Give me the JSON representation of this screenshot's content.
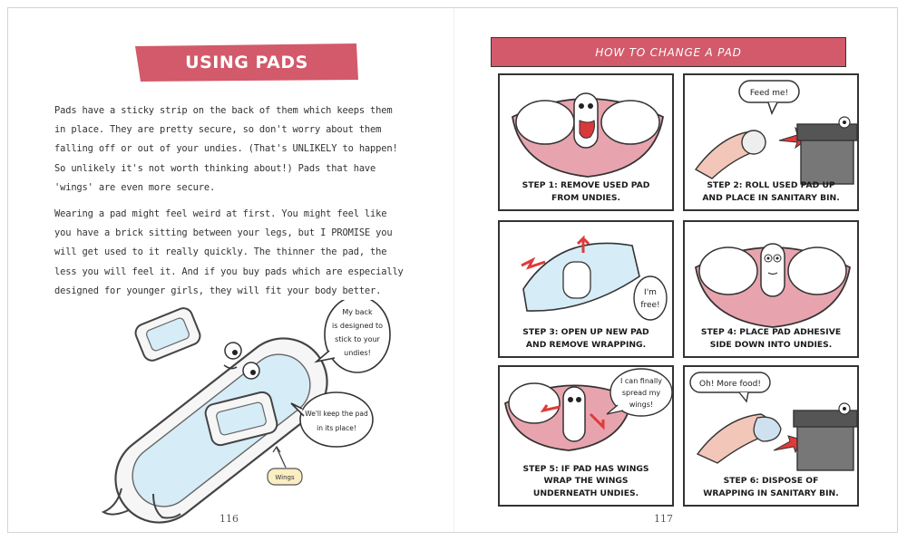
{
  "left_page": {
    "title": "USING PADS",
    "paragraphs": [
      "Pads have a sticky strip on the back of them which keeps them in place. They are pretty secure, so don't worry about them falling off or out of your undies. (That's UNLIKELY to happen! So unlikely it's not worth thinking about!) Pads that have 'wings' are even more secure.",
      "Wearing a pad might feel weird at first. You might feel like you have a brick sitting between your legs, but I PROMISE you will get used to it really quickly. The thinner the pad, the less you will feel it. And if you buy pads which are especially designed for younger girls, they will fit your body better."
    ],
    "bubble_1": [
      "My back",
      "is designed to",
      "stick to your",
      "undies!"
    ],
    "bubble_2": [
      "We'll keep the pad",
      "in its place!"
    ],
    "tag": "Wings",
    "page_number": "116"
  },
  "right_page": {
    "header": "HOW TO CHANGE A PAD",
    "panels": [
      {
        "caption": [
          "STEP 1: REMOVE USED PAD",
          "FROM UNDIES."
        ]
      },
      {
        "caption": [
          "STEP 2: ROLL USED PAD UP",
          "AND PLACE IN SANITARY BIN."
        ],
        "bubble": [
          "Feed me!"
        ]
      },
      {
        "caption": [
          "STEP 3: OPEN UP NEW PAD",
          "AND REMOVE WRAPPING."
        ],
        "bubble": [
          "I'm",
          "free!"
        ]
      },
      {
        "caption": [
          "STEP 4: PLACE PAD ADHESIVE",
          "SIDE DOWN INTO UNDIES."
        ]
      },
      {
        "caption": [
          "STEP 5: IF PAD HAS WINGS",
          "WRAP THE WINGS",
          "UNDERNEATH UNDIES."
        ],
        "bubble": [
          "I can finally",
          "spread my",
          "wings!"
        ]
      },
      {
        "caption": [
          "STEP 6: DISPOSE OF",
          "WRAPPING IN SANITARY BIN."
        ],
        "bubble": [
          "Oh! More food!"
        ]
      }
    ],
    "page_number": "117"
  },
  "colors": {
    "accent": "#d25a6a",
    "undies": "#e8a4ae",
    "pad_blue": "#d6ecf7",
    "arrow_red": "#e03a3a",
    "tag_yellow": "#fbeec2"
  }
}
